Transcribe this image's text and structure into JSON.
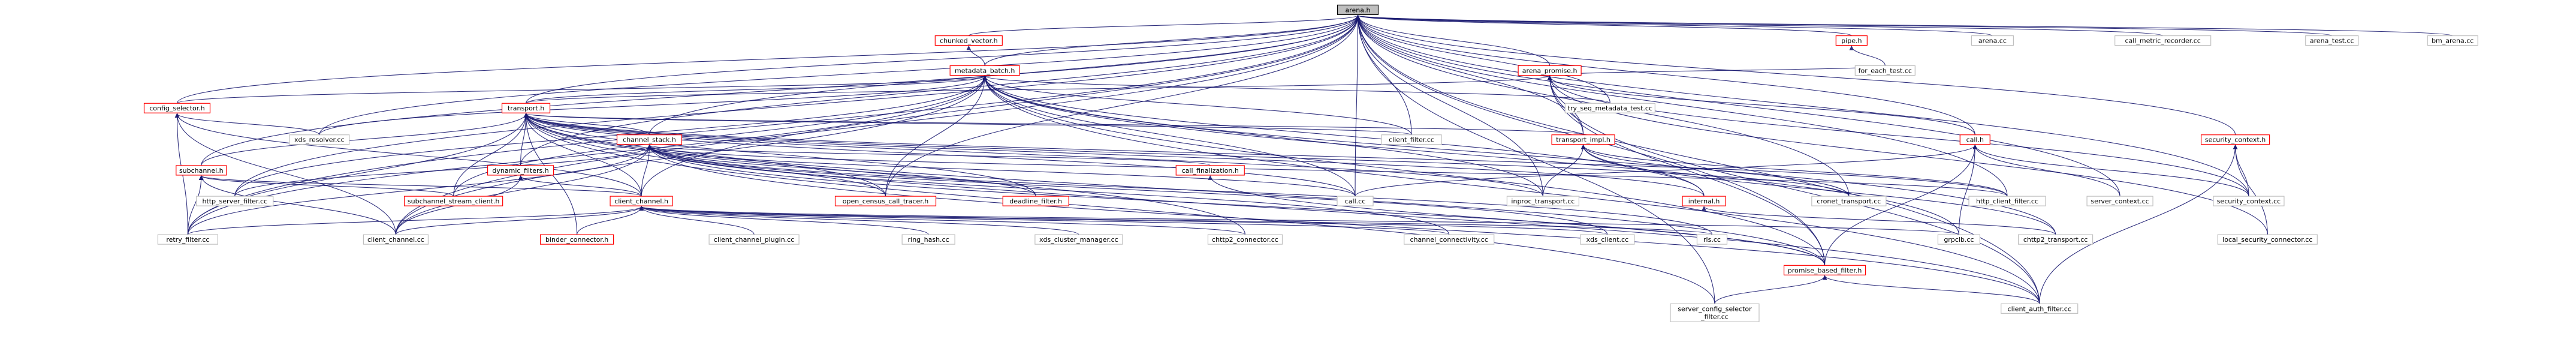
{
  "colors": {
    "edge": "#191970",
    "node_border_missing": "#ff0000",
    "node_border": "#bfbfbf",
    "root_fill": "#bfbfbf"
  },
  "nodes": [
    {
      "id": "arena_h",
      "label": "arena.h",
      "kind": "root"
    },
    {
      "id": "chunked_vector_h",
      "label": "chunked_vector.h",
      "kind": "red"
    },
    {
      "id": "pipe_h",
      "label": "pipe.h",
      "kind": "red"
    },
    {
      "id": "arena_cc",
      "label": "arena.cc",
      "kind": "plain"
    },
    {
      "id": "call_metric_recorder_cc",
      "label": "call_metric_recorder.cc",
      "kind": "plain"
    },
    {
      "id": "arena_test_cc",
      "label": "arena_test.cc",
      "kind": "plain"
    },
    {
      "id": "bm_arena_cc",
      "label": "bm_arena.cc",
      "kind": "plain"
    },
    {
      "id": "metadata_batch_h",
      "label": "metadata_batch.h",
      "kind": "red"
    },
    {
      "id": "arena_promise_h",
      "label": "arena_promise.h",
      "kind": "red"
    },
    {
      "id": "for_each_test_cc",
      "label": "for_each_test.cc",
      "kind": "plain"
    },
    {
      "id": "config_selector_h",
      "label": "config_selector.h",
      "kind": "red"
    },
    {
      "id": "transport_h",
      "label": "transport.h",
      "kind": "red"
    },
    {
      "id": "try_seq_metadata_test_cc",
      "label": "try_seq_metadata_test.cc",
      "kind": "plain"
    },
    {
      "id": "xds_resolver_cc",
      "label": "xds_resolver.cc",
      "kind": "plain"
    },
    {
      "id": "subchannel_h",
      "label": "subchannel.h",
      "kind": "red"
    },
    {
      "id": "dynamic_filters_h",
      "label": "dynamic_filters.h",
      "kind": "red"
    },
    {
      "id": "channel_stack_h",
      "label": "channel_stack.h",
      "kind": "red"
    },
    {
      "id": "client_filter_cc",
      "label": "client_filter.cc",
      "kind": "plain"
    },
    {
      "id": "transport_impl_h",
      "label": "transport_impl.h",
      "kind": "red"
    },
    {
      "id": "call_h",
      "label": "call.h",
      "kind": "red"
    },
    {
      "id": "security_context_h",
      "label": "security_context.h",
      "kind": "red"
    },
    {
      "id": "http_server_filter_cc",
      "label": "http_server_filter.cc",
      "kind": "plain"
    },
    {
      "id": "subchannel_stream_client_h",
      "label": "subchannel_stream_client.h",
      "kind": "red"
    },
    {
      "id": "client_channel_h",
      "label": "client_channel.h",
      "kind": "red"
    },
    {
      "id": "open_census_call_tracer_h",
      "label": "open_census_call_tracer.h",
      "kind": "red"
    },
    {
      "id": "deadline_filter_h",
      "label": "deadline_filter.h",
      "kind": "red"
    },
    {
      "id": "call_finalization_h",
      "label": "call_finalization.h",
      "kind": "red"
    },
    {
      "id": "call_cc",
      "label": "call.cc",
      "kind": "plain"
    },
    {
      "id": "inproc_transport_cc",
      "label": "inproc_transport.cc",
      "kind": "plain"
    },
    {
      "id": "internal_h",
      "label": "internal.h",
      "kind": "red"
    },
    {
      "id": "cronet_transport_cc",
      "label": "cronet_transport.cc",
      "kind": "plain"
    },
    {
      "id": "http_client_filter_cc",
      "label": "http_client_filter.cc",
      "kind": "plain"
    },
    {
      "id": "server_context_cc",
      "label": "server_context.cc",
      "kind": "plain"
    },
    {
      "id": "security_context_cc",
      "label": "security_context.cc",
      "kind": "plain"
    },
    {
      "id": "retry_filter_cc",
      "label": "retry_filter.cc",
      "kind": "plain"
    },
    {
      "id": "client_channel_cc",
      "label": "client_channel.cc",
      "kind": "plain"
    },
    {
      "id": "binder_connector_h",
      "label": "binder_connector.h",
      "kind": "red"
    },
    {
      "id": "client_channel_plugin_cc",
      "label": "client_channel_plugin.cc",
      "kind": "plain"
    },
    {
      "id": "ring_hash_cc",
      "label": "ring_hash.cc",
      "kind": "plain"
    },
    {
      "id": "xds_cluster_manager_cc",
      "label": "xds_cluster_manager.cc",
      "kind": "plain"
    },
    {
      "id": "chttp2_connector_cc",
      "label": "chttp2_connector.cc",
      "kind": "plain"
    },
    {
      "id": "channel_connectivity_cc",
      "label": "channel_connectivity.cc",
      "kind": "plain"
    },
    {
      "id": "xds_client_cc",
      "label": "xds_client.cc",
      "kind": "plain"
    },
    {
      "id": "rls_cc",
      "label": "rls.cc",
      "kind": "plain"
    },
    {
      "id": "promise_based_filter_h",
      "label": "promise_based_filter.h",
      "kind": "red"
    },
    {
      "id": "grpclb_cc",
      "label": "grpclb.cc",
      "kind": "plain"
    },
    {
      "id": "chttp2_transport_cc",
      "label": "chttp2_transport.cc",
      "kind": "plain"
    },
    {
      "id": "local_security_connector_cc",
      "label": "local_security_connector.cc",
      "kind": "plain"
    },
    {
      "id": "server_config_selector_filter_cc",
      "label": "server_config_selector\n_filter.cc",
      "kind": "plain"
    },
    {
      "id": "client_auth_filter_cc",
      "label": "client_auth_filter.cc",
      "kind": "plain"
    }
  ],
  "edges": [
    [
      "chunked_vector_h",
      "arena_h"
    ],
    [
      "pipe_h",
      "arena_h"
    ],
    [
      "arena_cc",
      "arena_h"
    ],
    [
      "call_metric_recorder_cc",
      "arena_h"
    ],
    [
      "arena_test_cc",
      "arena_h"
    ],
    [
      "bm_arena_cc",
      "arena_h"
    ],
    [
      "metadata_batch_h",
      "arena_h"
    ],
    [
      "arena_promise_h",
      "arena_h"
    ],
    [
      "config_selector_h",
      "arena_h"
    ],
    [
      "transport_h",
      "arena_h"
    ],
    [
      "try_seq_metadata_test_cc",
      "arena_h"
    ],
    [
      "xds_resolver_cc",
      "arena_h"
    ],
    [
      "subchannel_h",
      "arena_h"
    ],
    [
      "dynamic_filters_h",
      "arena_h"
    ],
    [
      "channel_stack_h",
      "arena_h"
    ],
    [
      "client_filter_cc",
      "arena_h"
    ],
    [
      "transport_impl_h",
      "arena_h"
    ],
    [
      "call_h",
      "arena_h"
    ],
    [
      "security_context_h",
      "arena_h"
    ],
    [
      "http_server_filter_cc",
      "arena_h"
    ],
    [
      "client_channel_h",
      "arena_h"
    ],
    [
      "call_cc",
      "arena_h"
    ],
    [
      "inproc_transport_cc",
      "arena_h"
    ],
    [
      "http_client_filter_cc",
      "arena_h"
    ],
    [
      "server_context_cc",
      "arena_h"
    ],
    [
      "security_context_cc",
      "arena_h"
    ],
    [
      "retry_filter_cc",
      "arena_h"
    ],
    [
      "client_channel_cc",
      "arena_h"
    ],
    [
      "promise_based_filter_h",
      "arena_h"
    ],
    [
      "server_config_selector_filter_cc",
      "arena_h"
    ],
    [
      "client_auth_filter_cc",
      "arena_h"
    ],
    [
      "open_census_call_tracer_h",
      "arena_h"
    ],
    [
      "cronet_transport_cc",
      "arena_h"
    ],
    [
      "metadata_batch_h",
      "chunked_vector_h"
    ],
    [
      "for_each_test_cc",
      "pipe_h"
    ],
    [
      "config_selector_h",
      "metadata_batch_h"
    ],
    [
      "transport_h",
      "metadata_batch_h"
    ],
    [
      "try_seq_metadata_test_cc",
      "metadata_batch_h"
    ],
    [
      "xds_resolver_cc",
      "metadata_batch_h"
    ],
    [
      "subchannel_stream_client_h",
      "metadata_batch_h"
    ],
    [
      "client_filter_cc",
      "metadata_batch_h"
    ],
    [
      "call_cc",
      "metadata_batch_h"
    ],
    [
      "internal_h",
      "metadata_batch_h"
    ],
    [
      "inproc_transport_cc",
      "metadata_batch_h"
    ],
    [
      "chttp2_transport_cc",
      "metadata_batch_h"
    ],
    [
      "promise_based_filter_h",
      "metadata_batch_h"
    ],
    [
      "client_channel_cc",
      "metadata_batch_h"
    ],
    [
      "retry_filter_cc",
      "metadata_batch_h"
    ],
    [
      "grpclb_cc",
      "metadata_batch_h"
    ],
    [
      "client_auth_filter_cc",
      "metadata_batch_h"
    ],
    [
      "open_census_call_tracer_h",
      "metadata_batch_h"
    ],
    [
      "http_server_filter_cc",
      "metadata_batch_h"
    ],
    [
      "transport_h",
      "arena_promise_h"
    ],
    [
      "for_each_test_cc",
      "arena_promise_h"
    ],
    [
      "transport_impl_h",
      "arena_promise_h"
    ],
    [
      "call_h",
      "arena_promise_h"
    ],
    [
      "promise_based_filter_h",
      "arena_promise_h"
    ],
    [
      "client_auth_filter_cc",
      "arena_promise_h"
    ],
    [
      "local_security_connector_cc",
      "arena_promise_h"
    ],
    [
      "security_context_cc",
      "arena_promise_h"
    ],
    [
      "xds_resolver_cc",
      "config_selector_h"
    ],
    [
      "client_channel_h",
      "config_selector_h"
    ],
    [
      "client_channel_cc",
      "config_selector_h"
    ],
    [
      "retry_filter_cc",
      "config_selector_h"
    ],
    [
      "subchannel_h",
      "transport_h"
    ],
    [
      "dynamic_filters_h",
      "transport_h"
    ],
    [
      "channel_stack_h",
      "transport_h"
    ],
    [
      "client_filter_cc",
      "transport_h"
    ],
    [
      "transport_impl_h",
      "transport_h"
    ],
    [
      "subchannel_stream_client_h",
      "transport_h"
    ],
    [
      "open_census_call_tracer_h",
      "transport_h"
    ],
    [
      "deadline_filter_h",
      "transport_h"
    ],
    [
      "call_cc",
      "transport_h"
    ],
    [
      "inproc_transport_cc",
      "transport_h"
    ],
    [
      "internal_h",
      "transport_h"
    ],
    [
      "cronet_transport_cc",
      "transport_h"
    ],
    [
      "http_client_filter_cc",
      "transport_h"
    ],
    [
      "client_channel_h",
      "transport_h"
    ],
    [
      "retry_filter_cc",
      "transport_h"
    ],
    [
      "chttp2_connector_cc",
      "transport_h"
    ],
    [
      "promise_based_filter_h",
      "transport_h"
    ],
    [
      "client_auth_filter_cc",
      "transport_h"
    ],
    [
      "server_config_selector_filter_cc",
      "transport_h"
    ],
    [
      "binder_connector_h",
      "transport_h"
    ],
    [
      "subchannel_stream_client_h",
      "subchannel_h"
    ],
    [
      "client_channel_h",
      "subchannel_h"
    ],
    [
      "retry_filter_cc",
      "subchannel_h"
    ],
    [
      "client_channel_cc",
      "subchannel_h"
    ],
    [
      "client_channel_h",
      "dynamic_filters_h"
    ],
    [
      "client_channel_cc",
      "dynamic_filters_h"
    ],
    [
      "client_channel_h",
      "channel_stack_h"
    ],
    [
      "open_census_call_tracer_h",
      "channel_stack_h"
    ],
    [
      "deadline_filter_h",
      "channel_stack_h"
    ],
    [
      "call_finalization_h",
      "channel_stack_h"
    ],
    [
      "call_cc",
      "channel_stack_h"
    ],
    [
      "http_client_filter_cc",
      "channel_stack_h"
    ],
    [
      "http_server_filter_cc",
      "channel_stack_h"
    ],
    [
      "channel_connectivity_cc",
      "channel_stack_h"
    ],
    [
      "xds_client_cc",
      "channel_stack_h"
    ],
    [
      "rls_cc",
      "channel_stack_h"
    ],
    [
      "promise_based_filter_h",
      "channel_stack_h"
    ],
    [
      "retry_filter_cc",
      "channel_stack_h"
    ],
    [
      "client_channel_cc",
      "channel_stack_h"
    ],
    [
      "client_auth_filter_cc",
      "channel_stack_h"
    ],
    [
      "internal_h",
      "transport_impl_h"
    ],
    [
      "cronet_transport_cc",
      "transport_impl_h"
    ],
    [
      "http_client_filter_cc",
      "transport_impl_h"
    ],
    [
      "inproc_transport_cc",
      "transport_impl_h"
    ],
    [
      "chttp2_transport_cc",
      "transport_impl_h"
    ],
    [
      "call_cc",
      "call_h"
    ],
    [
      "server_context_cc",
      "call_h"
    ],
    [
      "security_context_cc",
      "call_h"
    ],
    [
      "promise_based_filter_h",
      "call_h"
    ],
    [
      "grpclb_cc",
      "call_h"
    ],
    [
      "security_context_cc",
      "security_context_h"
    ],
    [
      "client_auth_filter_cc",
      "security_context_h"
    ],
    [
      "local_security_connector_cc",
      "security_context_h"
    ],
    [
      "retry_filter_cc",
      "client_channel_h"
    ],
    [
      "client_channel_cc",
      "client_channel_h"
    ],
    [
      "binder_connector_h",
      "client_channel_h"
    ],
    [
      "client_channel_plugin_cc",
      "client_channel_h"
    ],
    [
      "ring_hash_cc",
      "client_channel_h"
    ],
    [
      "xds_cluster_manager_cc",
      "client_channel_h"
    ],
    [
      "chttp2_connector_cc",
      "client_channel_h"
    ],
    [
      "channel_connectivity_cc",
      "client_channel_h"
    ],
    [
      "xds_client_cc",
      "client_channel_h"
    ],
    [
      "rls_cc",
      "client_channel_h"
    ],
    [
      "grpclb_cc",
      "client_channel_h"
    ],
    [
      "promise_based_filter_h",
      "call_finalization_h"
    ],
    [
      "chttp2_transport_cc",
      "internal_h"
    ],
    [
      "server_config_selector_filter_cc",
      "promise_based_filter_h"
    ],
    [
      "client_auth_filter_cc",
      "promise_based_filter_h"
    ]
  ]
}
